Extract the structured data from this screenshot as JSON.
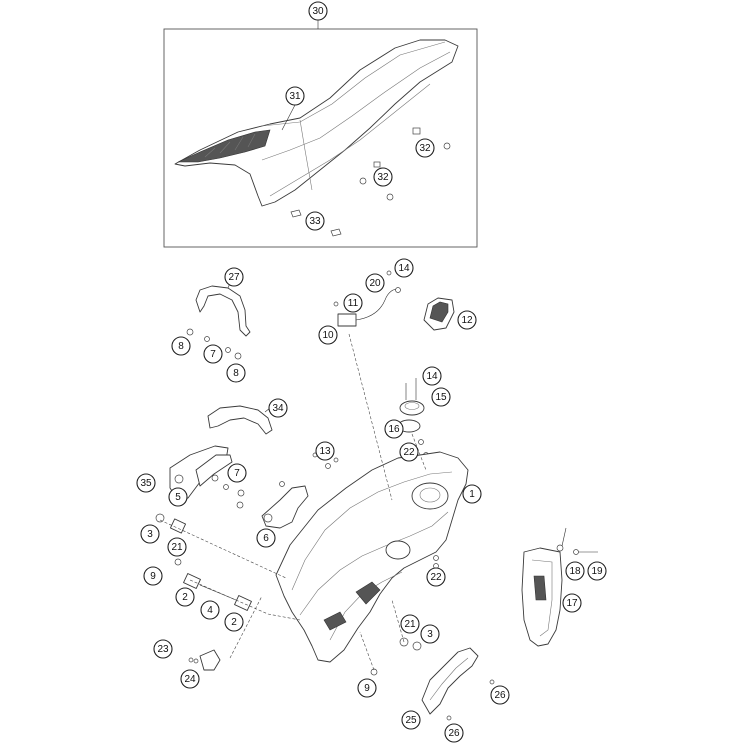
{
  "diagram": {
    "callouts": [
      {
        "id": "c30a",
        "label": "30"
      },
      {
        "id": "c31",
        "label": "31"
      },
      {
        "id": "c32a",
        "label": "32"
      },
      {
        "id": "c32b",
        "label": "32"
      },
      {
        "id": "c33",
        "label": "33"
      },
      {
        "id": "c27",
        "label": "27"
      },
      {
        "id": "c8a",
        "label": "8"
      },
      {
        "id": "c7a",
        "label": "7"
      },
      {
        "id": "c8b",
        "label": "8"
      },
      {
        "id": "c14a",
        "label": "14"
      },
      {
        "id": "c20",
        "label": "20"
      },
      {
        "id": "c11",
        "label": "11"
      },
      {
        "id": "c10",
        "label": "10"
      },
      {
        "id": "c12",
        "label": "12"
      },
      {
        "id": "c14b",
        "label": "14"
      },
      {
        "id": "c15",
        "label": "15"
      },
      {
        "id": "c34",
        "label": "34"
      },
      {
        "id": "c16",
        "label": "16"
      },
      {
        "id": "c22a",
        "label": "22"
      },
      {
        "id": "c13",
        "label": "13"
      },
      {
        "id": "c7b",
        "label": "7"
      },
      {
        "id": "c35",
        "label": "35"
      },
      {
        "id": "c5",
        "label": "5"
      },
      {
        "id": "c1",
        "label": "1"
      },
      {
        "id": "c3a",
        "label": "3"
      },
      {
        "id": "c6",
        "label": "6"
      },
      {
        "id": "c21a",
        "label": "21"
      },
      {
        "id": "c9a",
        "label": "9"
      },
      {
        "id": "c22b",
        "label": "22"
      },
      {
        "id": "c18",
        "label": "18"
      },
      {
        "id": "c19",
        "label": "19"
      },
      {
        "id": "c2a",
        "label": "2"
      },
      {
        "id": "c4",
        "label": "4"
      },
      {
        "id": "c2b",
        "label": "2"
      },
      {
        "id": "c17",
        "label": "17"
      },
      {
        "id": "c21b",
        "label": "21"
      },
      {
        "id": "c3b",
        "label": "3"
      },
      {
        "id": "c23",
        "label": "23"
      },
      {
        "id": "c24",
        "label": "24"
      },
      {
        "id": "c9b",
        "label": "9"
      },
      {
        "id": "c26a",
        "label": "26"
      },
      {
        "id": "c25",
        "label": "25"
      },
      {
        "id": "c26b",
        "label": "26"
      }
    ]
  }
}
